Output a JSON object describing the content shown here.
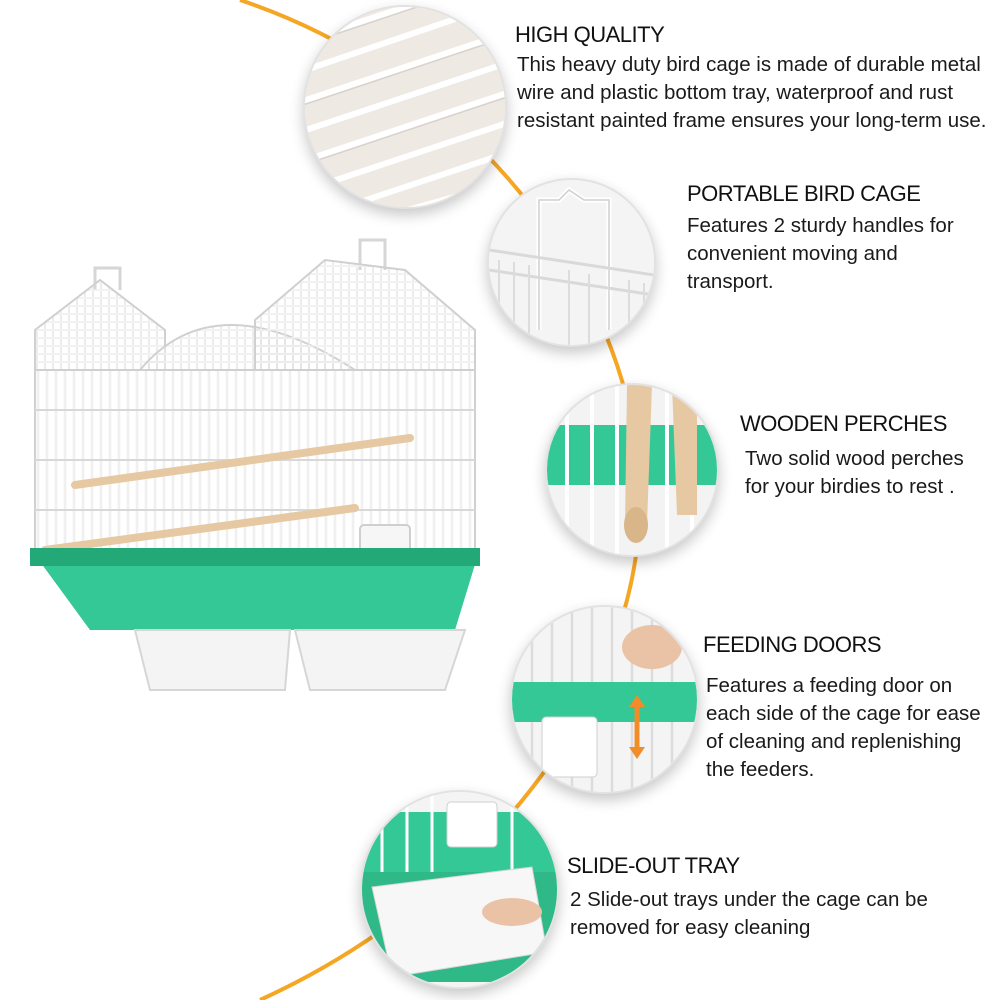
{
  "colors": {
    "accent_arc": "#f5a623",
    "tray_green": "#34c896",
    "tray_green_dark": "#22a977",
    "wire_white": "#ffffff",
    "perch_wood": "#e6c9a2",
    "text": "#111111"
  },
  "features": [
    {
      "title": "HIGH QUALITY",
      "description": "This heavy duty bird cage is made of durable metal wire and plastic bottom tray, waterproof and rust resistant painted frame ensures your long-term use.",
      "image": "wire-closeup-image"
    },
    {
      "title": "PORTABLE BIRD CAGE",
      "description": "Features 2 sturdy handles for convenient moving and transport.",
      "image": "handle-closeup-image"
    },
    {
      "title": "WOODEN PERCHES",
      "description": "Two solid wood perches for your birdies to rest .",
      "image": "perch-closeup-image"
    },
    {
      "title": "FEEDING DOORS",
      "description": "Features a feeding door on each side of the cage for ease of cleaning and replenishing the feeders.",
      "image": "feeding-door-closeup-image"
    },
    {
      "title": "SLIDE-OUT TRAY",
      "description": "2 Slide-out trays under the cage can be removed for easy cleaning",
      "image": "slide-tray-closeup-image"
    }
  ],
  "hero_image": "bird-cage-product-image"
}
